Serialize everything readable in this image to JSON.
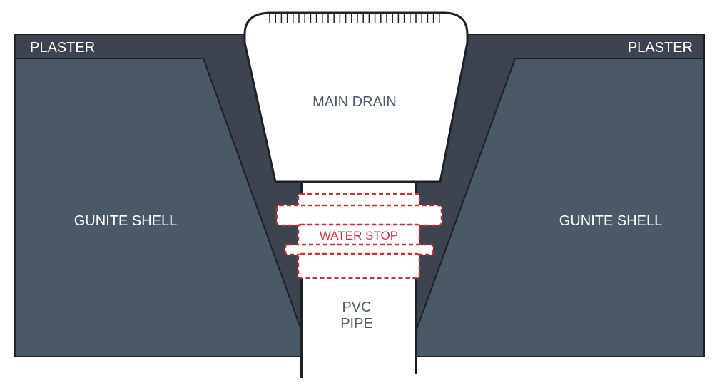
{
  "labels": {
    "plaster_left": "PLASTER",
    "plaster_right": "PLASTER",
    "main_drain": "MAIN DRAIN",
    "gunite_left": "GUNITE SHELL",
    "gunite_right": "GUNITE SHELL",
    "water_stop": "WATER STOP",
    "pvc_line1": "PVC",
    "pvc_line2": "PIPE"
  },
  "colors": {
    "plaster": "#3d434f",
    "gunite": "#4b5866",
    "outline": "#1e2126",
    "water_stop": "#c8323a",
    "white": "#ffffff"
  }
}
